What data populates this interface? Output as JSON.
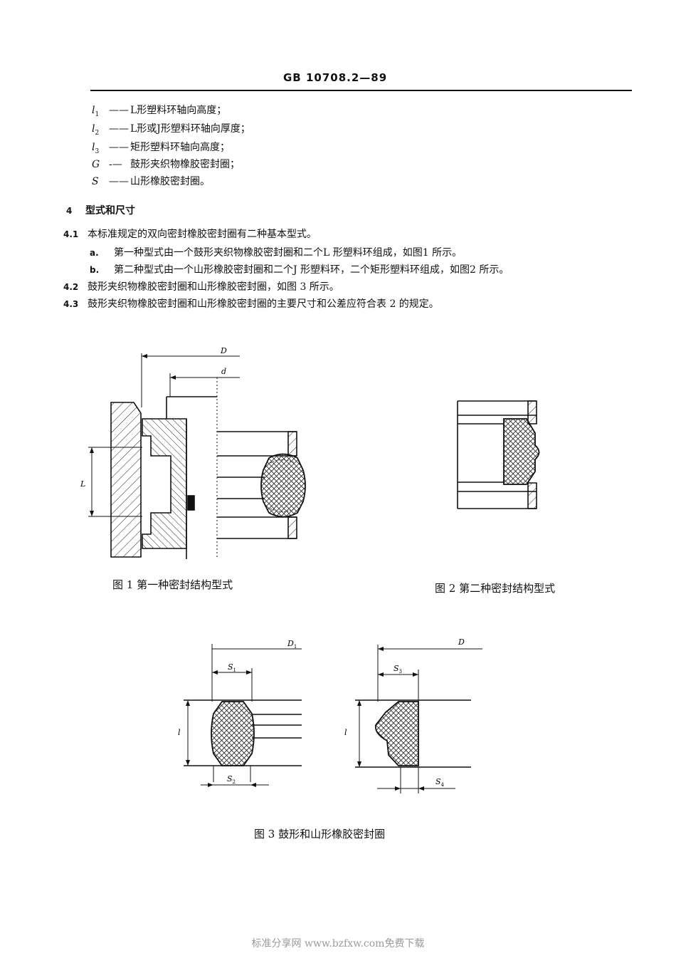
{
  "header": {
    "code": "GB 10708.2—89"
  },
  "symbols": [
    {
      "sym": "l",
      "sub": "1",
      "dash": "——",
      "desc": "L形塑料环轴向高度；"
    },
    {
      "sym": "l",
      "sub": "2",
      "dash": "——",
      "desc": "L形或J形塑料环轴向厚度；"
    },
    {
      "sym": "l",
      "sub": "3",
      "dash": "——",
      "desc": "矩形塑料环轴向高度；"
    },
    {
      "sym": "G",
      "sub": "",
      "dash": "-—",
      "desc": "鼓形夹织物橡胶密封圈；"
    },
    {
      "sym": "S",
      "sub": "",
      "dash": "——",
      "desc": "山形橡胶密封圈。"
    }
  ],
  "section4": {
    "num": "4",
    "title": "型式和尺寸",
    "items": [
      {
        "num": "4.1",
        "text": "本标准规定的双向密封橡胶密封圈有二种基本型式。"
      },
      {
        "num": "a.",
        "text": "第一种型式由一个鼓形夹织物橡胶密封圈和二个L 形塑料环组成，如图1 所示。"
      },
      {
        "num": "b.",
        "text": "第二种型式由一个山形橡胶密封圈和二个J 形塑料环，二个矩形塑料环组成，如图2 所示。"
      },
      {
        "num": "4.2",
        "text": "鼓形夹织物橡胶密封圈和山形橡胶密封圈，如图 3 所示。"
      },
      {
        "num": "4.3",
        "text": "鼓形夹织物橡胶密封圈和山形橡胶密封圈的主要尺寸和公差应符合表 2 的规定。"
      }
    ]
  },
  "figures": {
    "fig1": {
      "caption": "图 1   第一种密封结构型式",
      "labels": {
        "D": "D",
        "d": "d",
        "L": "L"
      }
    },
    "fig2": {
      "caption": "图 2   第二种密封结构型式"
    },
    "fig3": {
      "caption": "图 3   鼓形和山形橡胶密封圈",
      "labels": {
        "D1": "D",
        "D1_sub": "1",
        "S1": "S",
        "S1_sub": "1",
        "S2": "S",
        "S2_sub": "2",
        "l_left": "l",
        "D": "D",
        "S3": "S",
        "S3_sub": "3",
        "S4": "S",
        "S4_sub": "4",
        "l_right": "l"
      }
    }
  },
  "footer": {
    "text": "标准分享网  www.bzfxw.com免费下载"
  }
}
